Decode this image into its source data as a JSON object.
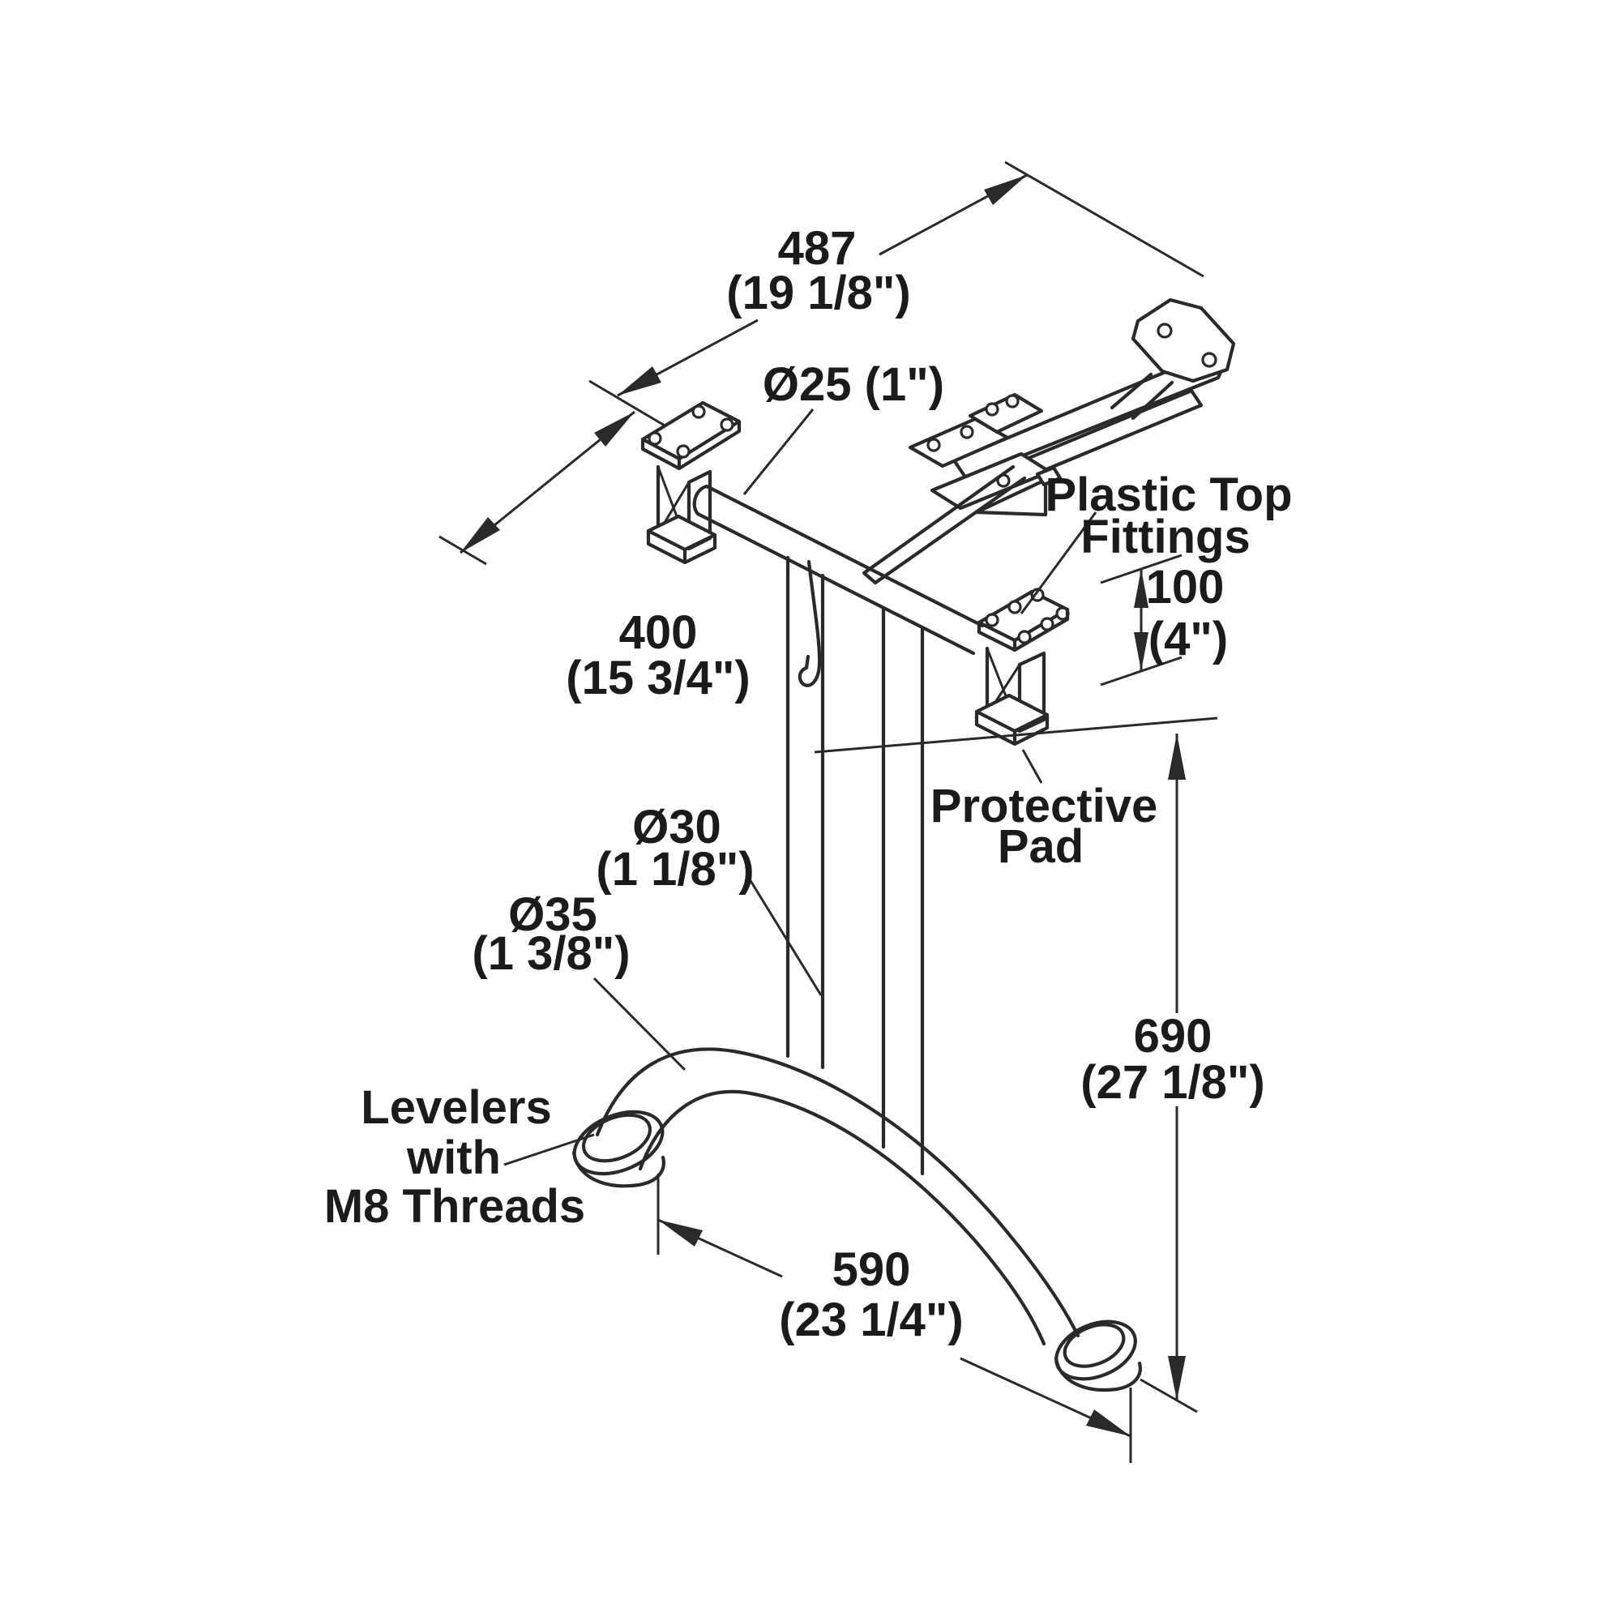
{
  "colors": {
    "background": "#ffffff",
    "line": "#2a2a2a",
    "text": "#1b1b1b"
  },
  "labels": {
    "dim_width": {
      "mm": "487",
      "inch": "(19 1/8\")"
    },
    "dia_cross_tube": "Ø25 (1\")",
    "dim_depth": {
      "mm": "400",
      "inch": "(15 3/4\")"
    },
    "callout_top_fittings": {
      "line1": "Plastic Top",
      "line2": "Fittings"
    },
    "dim_fitting_height": {
      "mm": "100",
      "inch": "(4\")"
    },
    "callout_pad": {
      "line1": "Protective",
      "line2": "Pad"
    },
    "dia_column": {
      "mm": "Ø30",
      "inch": "(1 1/8\")"
    },
    "dia_foot": {
      "mm": "Ø35",
      "inch": "(1 3/8\")"
    },
    "callout_levelers": {
      "line1": "Levelers",
      "line2": "with",
      "line3": "M8 Threads"
    },
    "dim_foot_span": {
      "mm": "590",
      "inch": "(23 1/4\")"
    },
    "dim_height": {
      "mm": "690",
      "inch": "(27 1/8\")"
    }
  }
}
